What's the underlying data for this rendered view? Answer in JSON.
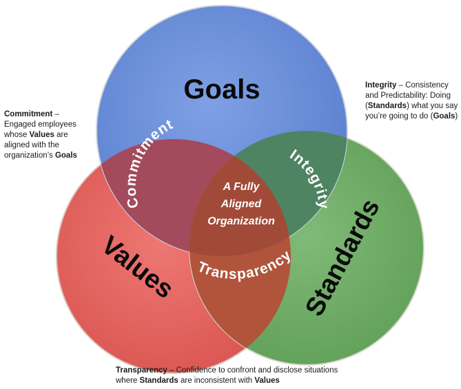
{
  "circles": {
    "goals": {
      "label": "Goals",
      "color": "#6b8fd8"
    },
    "values": {
      "label": "Values",
      "color": "#e0605c"
    },
    "standards": {
      "label": "Standards",
      "color": "#6aa862"
    }
  },
  "intersections": {
    "commitment": "Commitment",
    "integrity": "Integrity",
    "transparency": "Transparency",
    "center": [
      "A Fully",
      "Aligned",
      "Organization"
    ]
  },
  "notes": {
    "commitment": {
      "title": "Commitment",
      "dash": " – ",
      "p1": "Engaged employees whose ",
      "b1": "Values",
      "p2": " are aligned with the organization’s ",
      "b2": "Goals"
    },
    "integrity": {
      "title": "Integrity",
      "dash": " – ",
      "p1": "Consistency and Predictability: Doing (",
      "b1": "Standards",
      "p2": ") what you say you’re going to do (",
      "b2": "Goals",
      "p3": ")"
    },
    "transparency": {
      "title": "Transparency",
      "dash": " – ",
      "p1": "Confidence to confront and disclose situations where ",
      "b1": "Standards",
      "p2": " are inconsistent with ",
      "b2": "Values"
    }
  }
}
